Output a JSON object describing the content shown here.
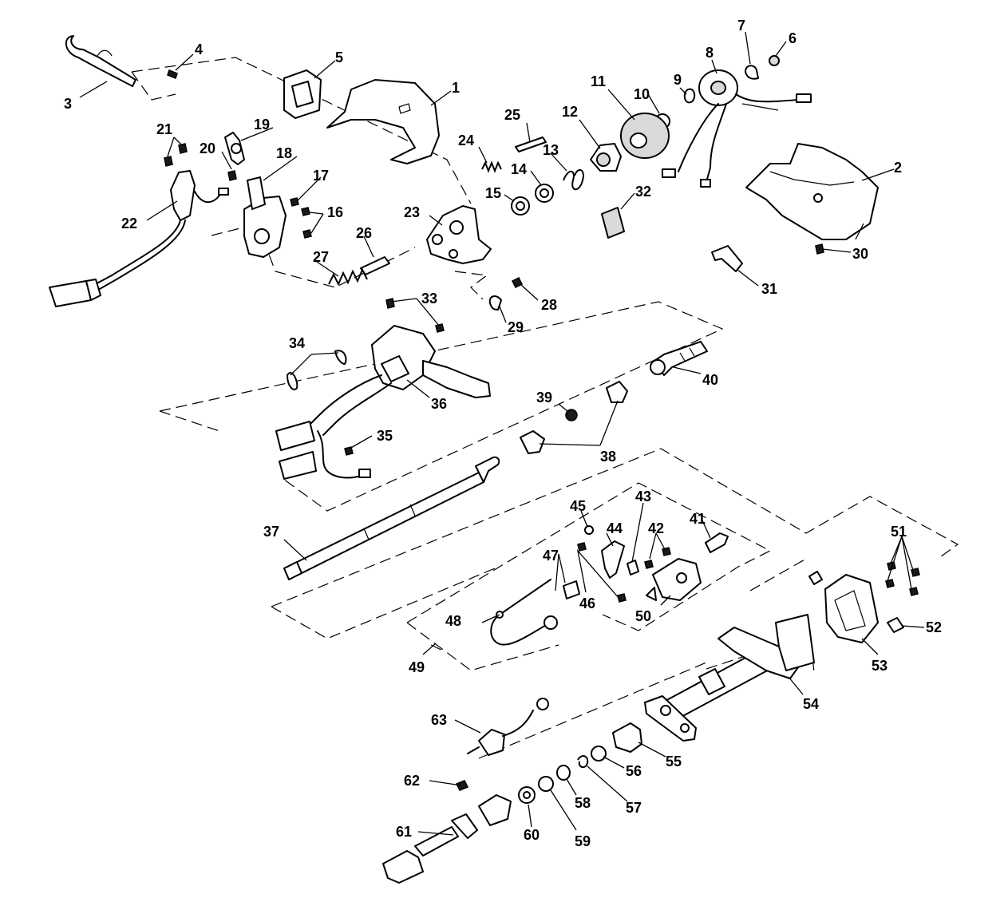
{
  "callouts": [
    {
      "id": "c1",
      "label": "1"
    },
    {
      "id": "c2",
      "label": "2"
    },
    {
      "id": "c3",
      "label": "3"
    },
    {
      "id": "c4",
      "label": "4"
    },
    {
      "id": "c5",
      "label": "5"
    },
    {
      "id": "c6",
      "label": "6"
    },
    {
      "id": "c7",
      "label": "7"
    },
    {
      "id": "c8",
      "label": "8"
    },
    {
      "id": "c9",
      "label": "9"
    },
    {
      "id": "c10",
      "label": "10"
    },
    {
      "id": "c11",
      "label": "11"
    },
    {
      "id": "c12",
      "label": "12"
    },
    {
      "id": "c13",
      "label": "13"
    },
    {
      "id": "c14",
      "label": "14"
    },
    {
      "id": "c15",
      "label": "15"
    },
    {
      "id": "c16",
      "label": "16"
    },
    {
      "id": "c17",
      "label": "17"
    },
    {
      "id": "c18",
      "label": "18"
    },
    {
      "id": "c19",
      "label": "19"
    },
    {
      "id": "c20",
      "label": "20"
    },
    {
      "id": "c21",
      "label": "21"
    },
    {
      "id": "c22",
      "label": "22"
    },
    {
      "id": "c23",
      "label": "23"
    },
    {
      "id": "c24",
      "label": "24"
    },
    {
      "id": "c25",
      "label": "25"
    },
    {
      "id": "c26",
      "label": "26"
    },
    {
      "id": "c27",
      "label": "27"
    },
    {
      "id": "c28",
      "label": "28"
    },
    {
      "id": "c29",
      "label": "29"
    },
    {
      "id": "c30",
      "label": "30"
    },
    {
      "id": "c31",
      "label": "31"
    },
    {
      "id": "c32",
      "label": "32"
    },
    {
      "id": "c33",
      "label": "33"
    },
    {
      "id": "c34",
      "label": "34"
    },
    {
      "id": "c35",
      "label": "35"
    },
    {
      "id": "c36",
      "label": "36"
    },
    {
      "id": "c37",
      "label": "37"
    },
    {
      "id": "c38",
      "label": "38"
    },
    {
      "id": "c39",
      "label": "39"
    },
    {
      "id": "c40",
      "label": "40"
    },
    {
      "id": "c41",
      "label": "41"
    },
    {
      "id": "c42",
      "label": "42"
    },
    {
      "id": "c43",
      "label": "43"
    },
    {
      "id": "c44",
      "label": "44"
    },
    {
      "id": "c45",
      "label": "45"
    },
    {
      "id": "c46",
      "label": "46"
    },
    {
      "id": "c47",
      "label": "47"
    },
    {
      "id": "c48",
      "label": "48"
    },
    {
      "id": "c49",
      "label": "49"
    },
    {
      "id": "c50",
      "label": "50"
    },
    {
      "id": "c51",
      "label": "51"
    },
    {
      "id": "c52",
      "label": "52"
    },
    {
      "id": "c53",
      "label": "53"
    },
    {
      "id": "c54",
      "label": "54"
    },
    {
      "id": "c55",
      "label": "55"
    },
    {
      "id": "c56",
      "label": "56"
    },
    {
      "id": "c57",
      "label": "57"
    },
    {
      "id": "c58",
      "label": "58"
    },
    {
      "id": "c59",
      "label": "59"
    },
    {
      "id": "c60",
      "label": "60"
    },
    {
      "id": "c61",
      "label": "61"
    },
    {
      "id": "c62",
      "label": "62"
    },
    {
      "id": "c63",
      "label": "63"
    }
  ]
}
